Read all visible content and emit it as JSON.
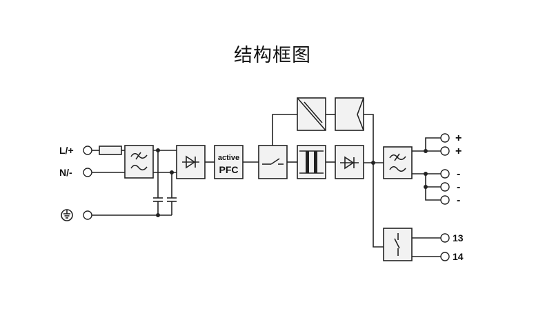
{
  "title": "结构框图",
  "inputs": {
    "line": "L/+",
    "neutral": "N/-",
    "earth_icon": "protective-earth-icon"
  },
  "blocks": {
    "input_filter": {
      "icon": "emi-filter-icon"
    },
    "fuse": {
      "icon": "fuse-icon"
    },
    "y_capacitors": {
      "icon": "capacitor-icon"
    },
    "rectifier": {
      "icon": "diode-icon"
    },
    "pfc": {
      "line1": "active",
      "line2": "PFC"
    },
    "switch": {
      "icon": "switch-icon"
    },
    "transformer": {
      "icon": "transformer-icon"
    },
    "output_rectifier": {
      "icon": "diode-icon"
    },
    "regulator": {
      "icon": "dc-dc-converter-icon"
    },
    "optocoupler": {
      "icon": "feedback-icon"
    },
    "output_filter": {
      "icon": "emi-filter-icon"
    },
    "relay": {
      "icon": "relay-contact-icon"
    }
  },
  "outputs": {
    "plus": [
      "+",
      "+"
    ],
    "minus": [
      "-",
      "-",
      "-"
    ],
    "relay_contacts": [
      "13",
      "14"
    ]
  }
}
